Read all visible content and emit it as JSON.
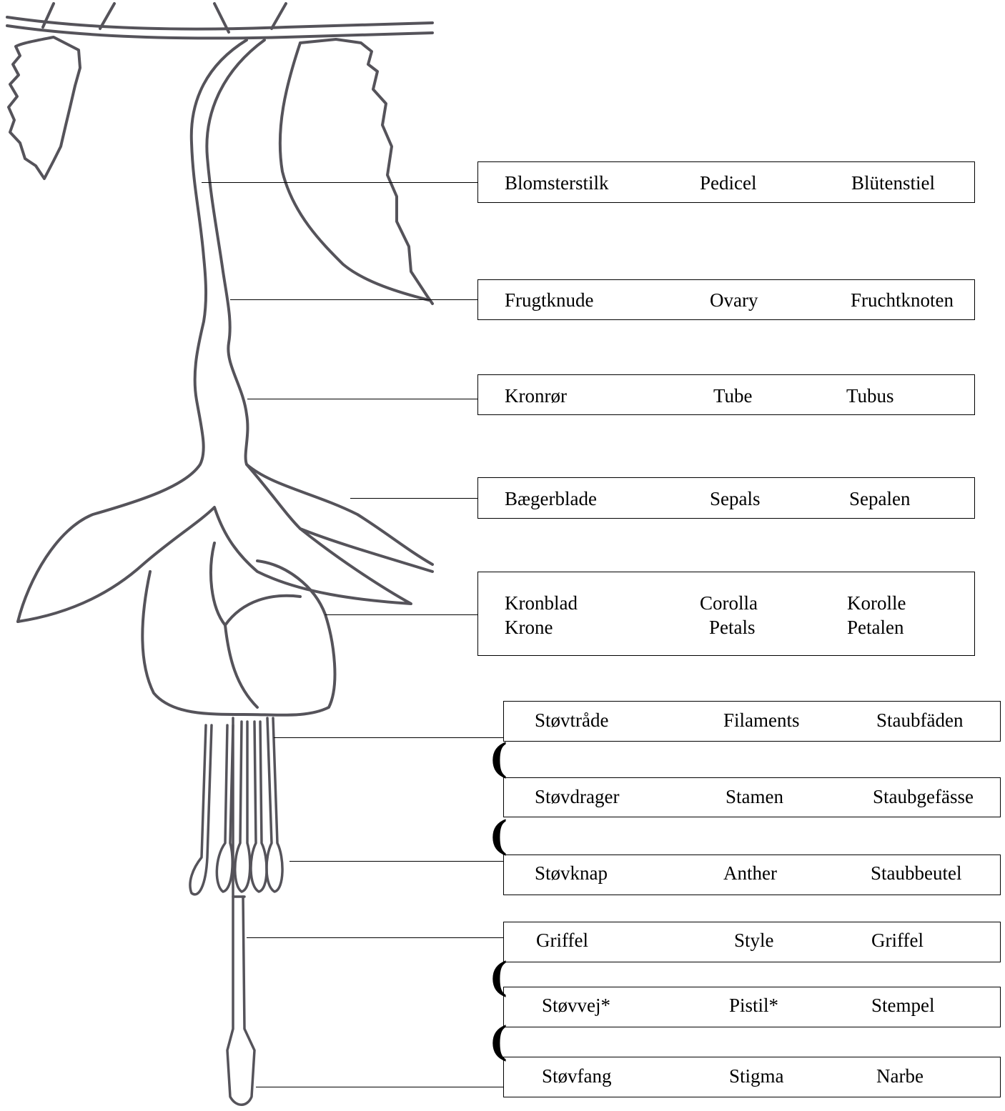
{
  "colors": {
    "outline": "#55535a",
    "box_border": "#000000",
    "text": "#000000"
  },
  "labels": {
    "pedicel": {
      "da": "Blomsterstilk",
      "en": "Pedicel",
      "de": "Blütenstiel"
    },
    "ovary": {
      "da": "Frugtknude",
      "en": "Ovary",
      "de": "Fruchtknoten"
    },
    "tube": {
      "da": "Kronrør",
      "en": "Tube",
      "de": "Tubus"
    },
    "sepals": {
      "da": "Bægerblade",
      "en": "Sepals",
      "de": "Sepalen"
    },
    "corolla": {
      "da": "Kronblad",
      "en": "Corolla",
      "de": "Korolle",
      "da2": "Krone",
      "en2": "Petals",
      "de2": "Petalen"
    },
    "filaments": {
      "da": "Støvtråde",
      "en": "Filaments",
      "de": "Staubfäden"
    },
    "stamen": {
      "da": "Støvdrager",
      "en": "Stamen",
      "de": "Staubgefässe"
    },
    "anther": {
      "da": "Støvknap",
      "en": "Anther",
      "de": "Staubbeutel"
    },
    "style": {
      "da": "Griffel",
      "en": "Style",
      "de": "Griffel"
    },
    "pistil": {
      "da": "Støvvej*",
      "en": "Pistil*",
      "de": "Stempel"
    },
    "stigma": {
      "da": "Støvfang",
      "en": "Stigma",
      "de": "Narbe"
    }
  },
  "bracket_glyph": "("
}
